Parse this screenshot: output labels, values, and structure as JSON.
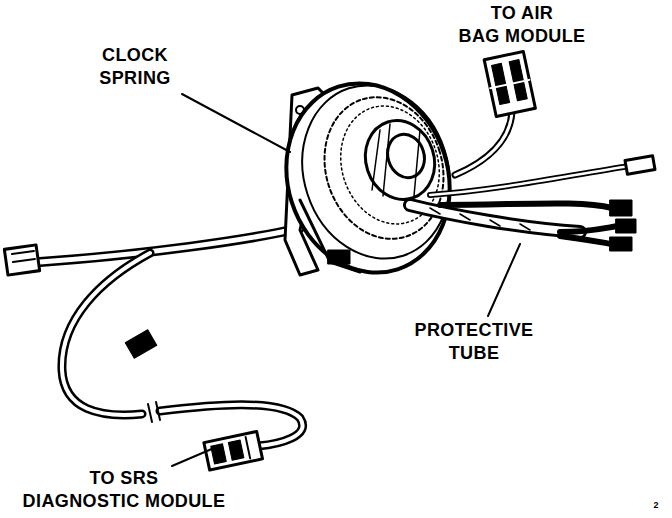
{
  "diagram": {
    "labels": [
      "CLOCK SPRING",
      "TO AIR BAG MODULE",
      "PROTECTIVE TUBE",
      "TO SRS DIAGNOSTIC MODULE",
      "2"
    ]
  }
}
